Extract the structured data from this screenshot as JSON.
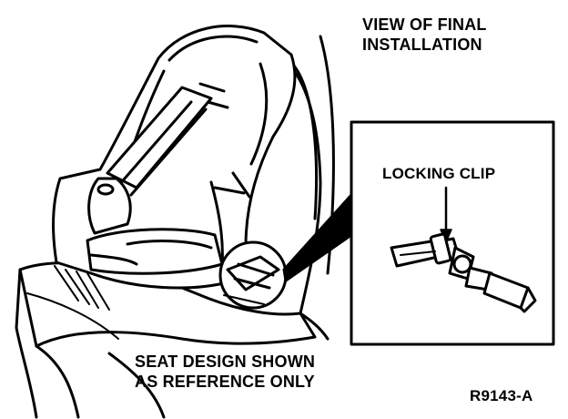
{
  "title": {
    "line1": "VIEW OF FINAL",
    "line2": "INSTALLATION"
  },
  "detail": {
    "callout_label": "LOCKING CLIP"
  },
  "note": {
    "line1": "SEAT DESIGN SHOWN",
    "line2": "AS REFERENCE ONLY"
  },
  "figure_id": "R9143-A"
}
